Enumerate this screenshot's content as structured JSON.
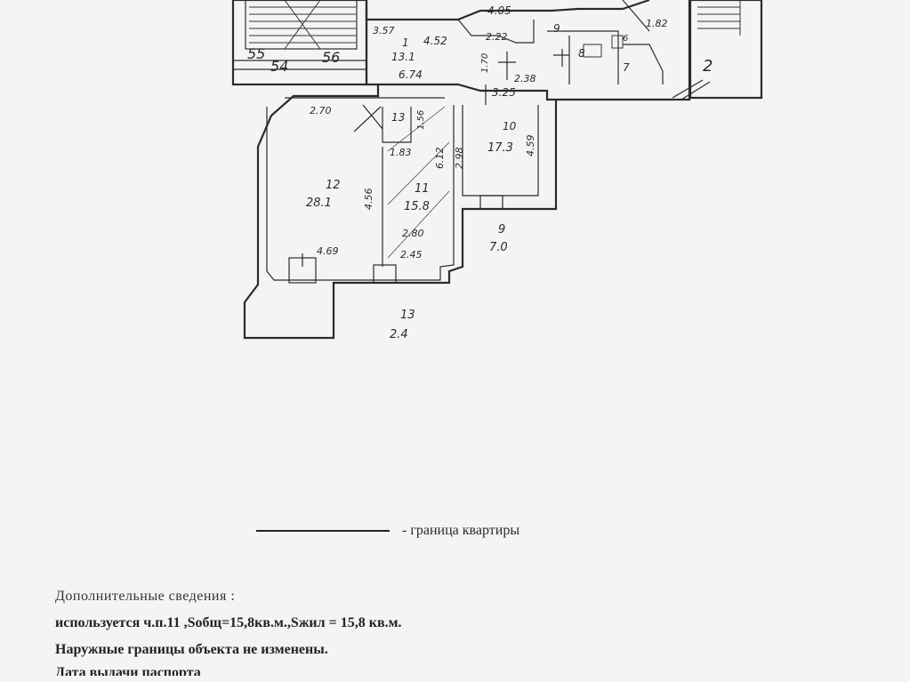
{
  "plan": {
    "labels": {
      "stair_55": "55",
      "stair_54": "54",
      "stair_56": "56",
      "stair_2": "2",
      "room1_num": "1",
      "room1_area": "13.1",
      "room1_w": "6.74",
      "d_357": "3.57",
      "d_452": "4.52",
      "d_222": "2.22",
      "d_405": "4.05",
      "room9_top": "9",
      "room8": "8",
      "room7": "7",
      "room6": "6",
      "d_182": "1.82",
      "d_170": "1.70",
      "d_238": "2.38",
      "d_325": "3.25",
      "room10_num": "10",
      "room10_area": "17.3",
      "d_459": "4.59",
      "d_298": "2.98",
      "room13_small": "13",
      "d_270": "2.70",
      "d_156": "1.56",
      "d_183": "1.83",
      "d_612": "6.12",
      "room12_num": "12",
      "room12_area": "28.1",
      "d_456": "4.56",
      "room11_num": "11",
      "room11_area": "15.8",
      "d_280": "2.80",
      "d_245": "2.45",
      "d_469": "4.69",
      "room9_num": "9",
      "room9_area": "7.0",
      "room13_num": "13",
      "room13_area": "2.4"
    }
  },
  "legend": {
    "text": "- граница квартиры"
  },
  "notes": {
    "heading": "Дополнительные  сведения :",
    "line1": "используется ч.п.11 ,Sобщ=15,8кв.м.,Sжил = 15,8 кв.м.",
    "line2": "Наружные границы объекта не изменены.",
    "line3_partial": "Дата выдачи паспорта"
  }
}
